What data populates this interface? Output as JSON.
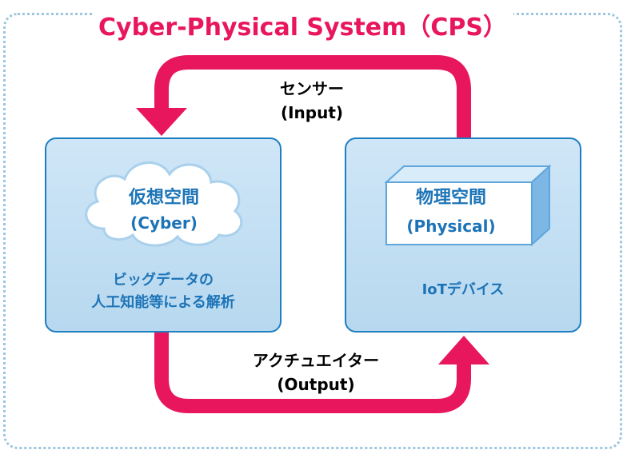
{
  "title": "Cyber-Physical System（CPS）",
  "top_arrow": {
    "label_line1": "センサー",
    "label_line2": "(Input)"
  },
  "bottom_arrow": {
    "label_line1": "アクチュエイター",
    "label_line2": "(Output)"
  },
  "cyber": {
    "name": "仮想空間",
    "name_en": "(Cyber)",
    "desc_line1": "ビッグデータの",
    "desc_line2": "人工知能等による解析"
  },
  "physical": {
    "name": "物理空間",
    "name_en": "(Physical)",
    "desc": "IoTデバイス"
  },
  "colors": {
    "accent": "#e8175d",
    "box_border": "#1e7fc0",
    "box_text": "#1c74b7",
    "frame": "#9cc6df"
  }
}
